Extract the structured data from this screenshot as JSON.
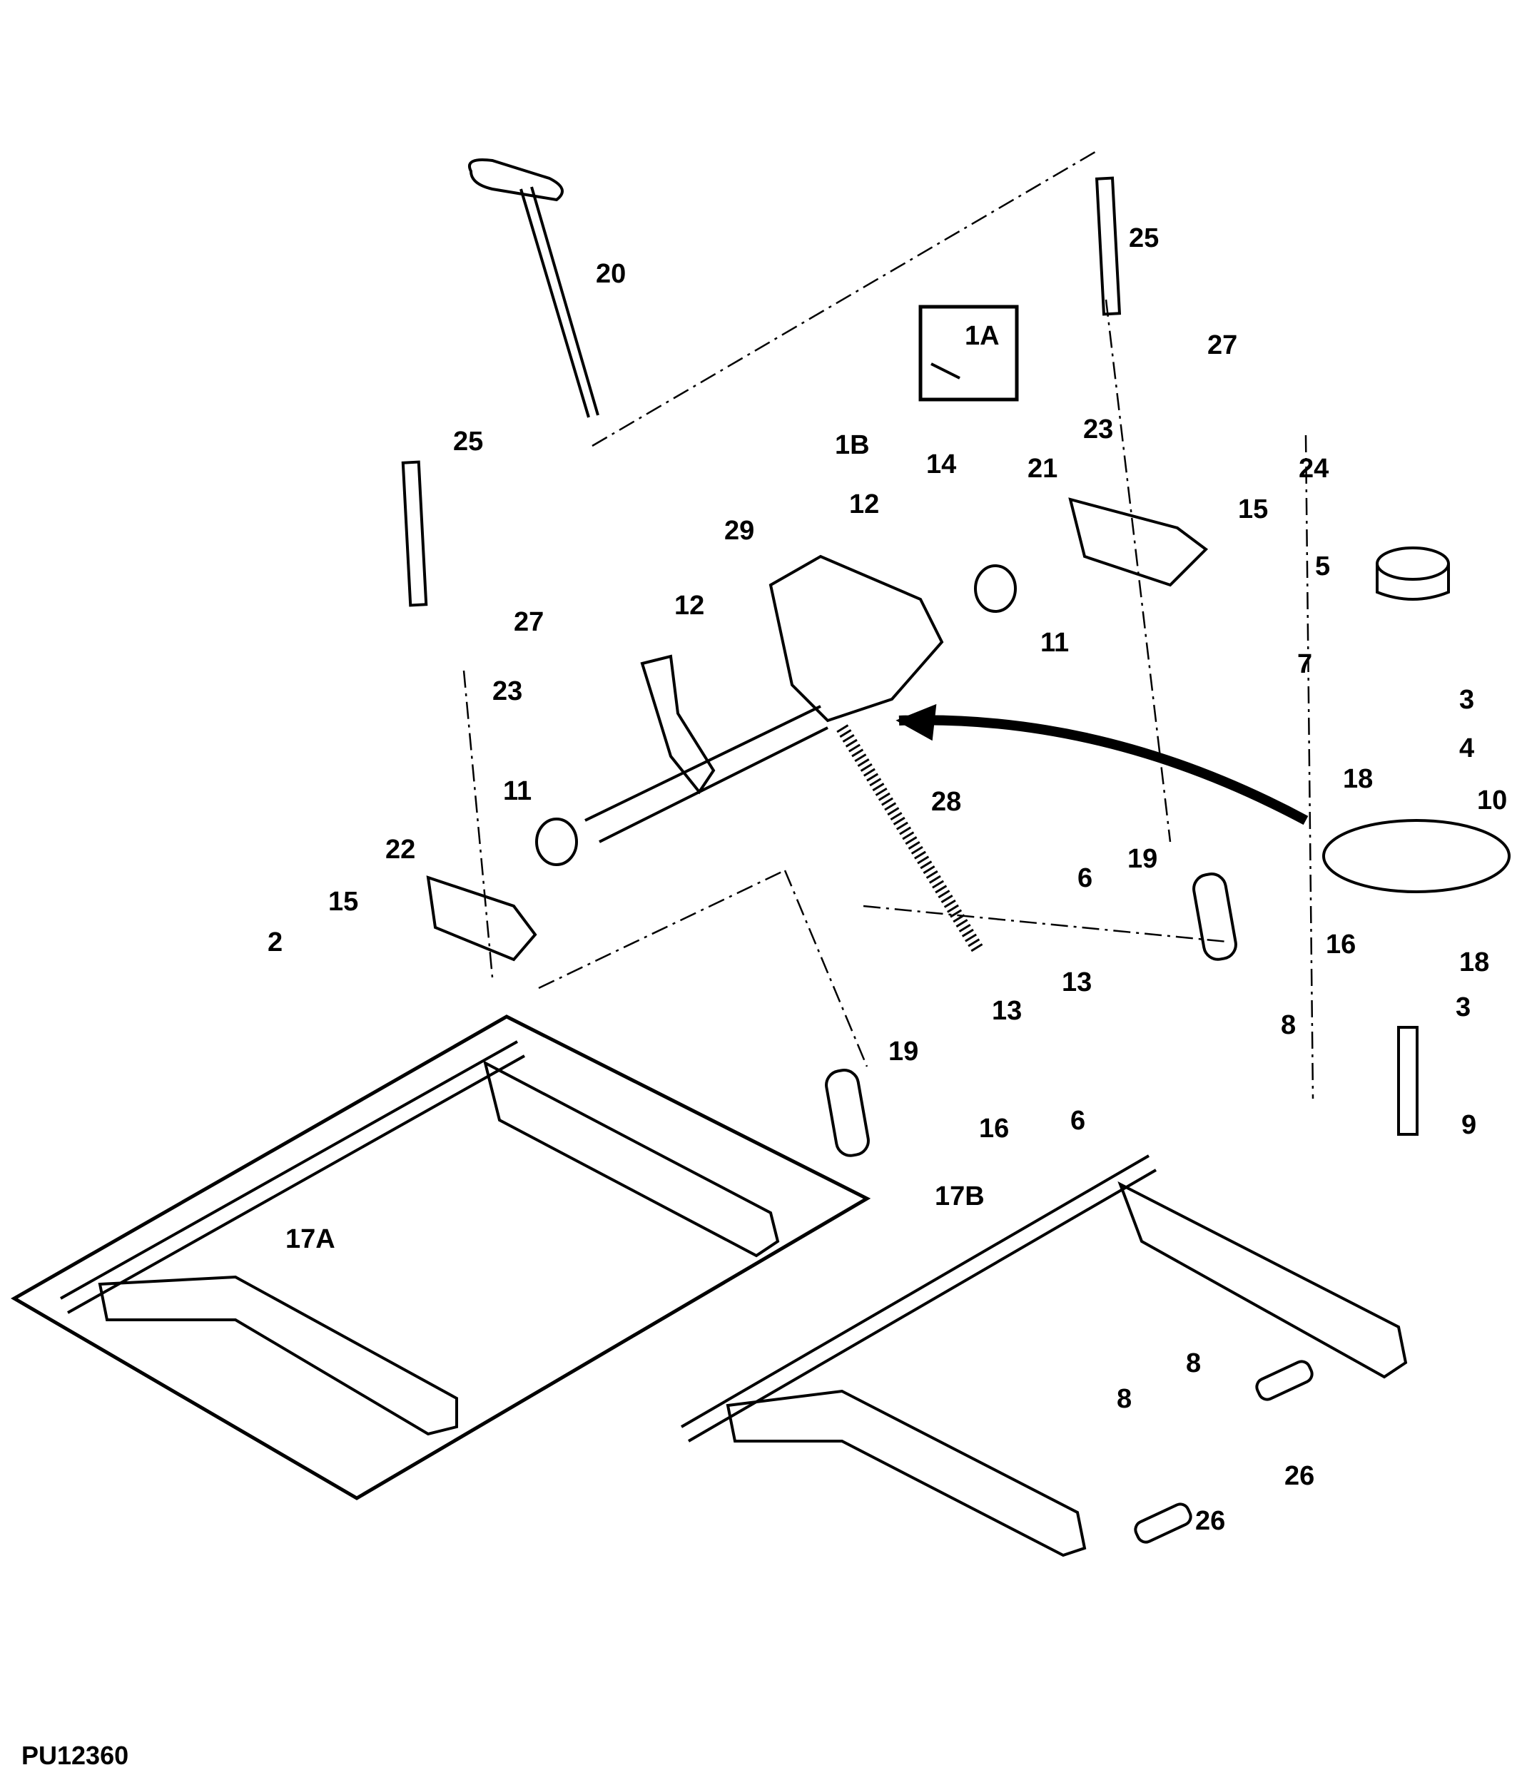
{
  "figure_id": "PU12360",
  "callouts": [
    {
      "id": "c20",
      "text": "20"
    },
    {
      "id": "c25a",
      "text": "25"
    },
    {
      "id": "c27a",
      "text": "27"
    },
    {
      "id": "c1A",
      "text": "1A"
    },
    {
      "id": "c25b",
      "text": "25"
    },
    {
      "id": "c27b",
      "text": "27"
    },
    {
      "id": "c23a",
      "text": "23"
    },
    {
      "id": "c24",
      "text": "24"
    },
    {
      "id": "c15a",
      "text": "15"
    },
    {
      "id": "c1B",
      "text": "1B"
    },
    {
      "id": "c14",
      "text": "14"
    },
    {
      "id": "c12a",
      "text": "12"
    },
    {
      "id": "c21",
      "text": "21"
    },
    {
      "id": "c29",
      "text": "29"
    },
    {
      "id": "c12b",
      "text": "12"
    },
    {
      "id": "c11a",
      "text": "11"
    },
    {
      "id": "c5",
      "text": "5"
    },
    {
      "id": "c7",
      "text": "7"
    },
    {
      "id": "c3a",
      "text": "3"
    },
    {
      "id": "c4",
      "text": "4"
    },
    {
      "id": "c18a",
      "text": "18"
    },
    {
      "id": "c10",
      "text": "10"
    },
    {
      "id": "c23b",
      "text": "23"
    },
    {
      "id": "c28",
      "text": "28"
    },
    {
      "id": "c11b",
      "text": "11"
    },
    {
      "id": "c22",
      "text": "22"
    },
    {
      "id": "c15b",
      "text": "15"
    },
    {
      "id": "c2",
      "text": "2"
    },
    {
      "id": "c6a",
      "text": "6"
    },
    {
      "id": "c19a",
      "text": "19"
    },
    {
      "id": "c16a",
      "text": "16"
    },
    {
      "id": "c13a",
      "text": "13"
    },
    {
      "id": "c18b",
      "text": "18"
    },
    {
      "id": "c3b",
      "text": "3"
    },
    {
      "id": "c8a",
      "text": "8"
    },
    {
      "id": "c9",
      "text": "9"
    },
    {
      "id": "c13b",
      "text": "13"
    },
    {
      "id": "c19b",
      "text": "19"
    },
    {
      "id": "c16b",
      "text": "16"
    },
    {
      "id": "c6b",
      "text": "6"
    },
    {
      "id": "c17A",
      "text": "17A"
    },
    {
      "id": "c17B",
      "text": "17B"
    },
    {
      "id": "c8b",
      "text": "8"
    },
    {
      "id": "c8c",
      "text": "8"
    },
    {
      "id": "c26a",
      "text": "26"
    },
    {
      "id": "c26b",
      "text": "26"
    }
  ]
}
